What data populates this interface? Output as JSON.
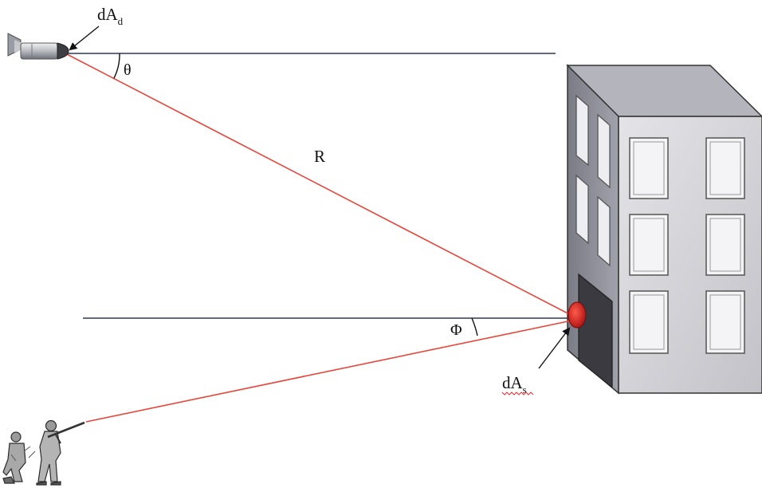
{
  "labels": {
    "detector_area": "dA",
    "detector_area_sub": "d",
    "theta": "θ",
    "range": "R",
    "phi": "Φ",
    "surface_area": "dA",
    "surface_area_sub": "s"
  },
  "colors": {
    "ray": "#e8463a",
    "reference_line": "#2e3a4a",
    "building_front": "#d6d6da",
    "building_side": "#8e8e98",
    "building_top": "#b4b4bc",
    "window": "#f4f4f6",
    "spot": "#d01818"
  },
  "icons": {
    "detector": "missile-icon",
    "shooter": "soldiers-icon",
    "target": "building-icon"
  }
}
